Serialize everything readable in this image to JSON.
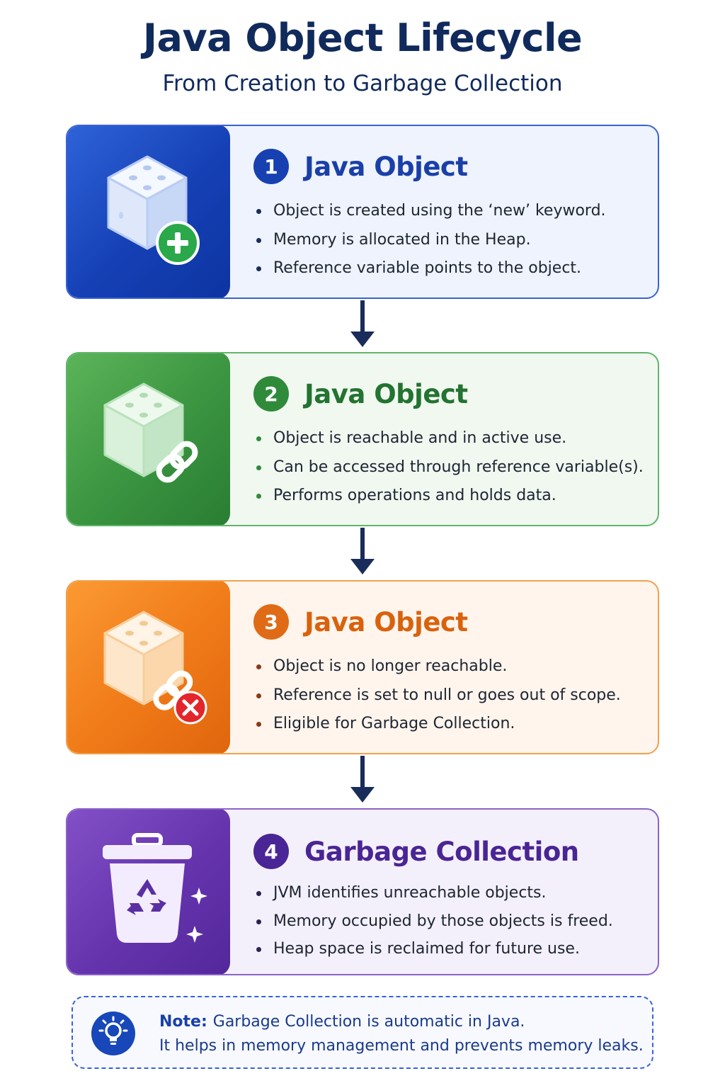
{
  "header": {
    "title": "Java Object Lifecycle",
    "subtitle": "From Creation to Garbage Collection"
  },
  "stages": [
    {
      "number": "1",
      "title": "Java Object",
      "icon": "cube-plus-icon",
      "color": "#1741b0",
      "bullets": [
        "Object is created using the ‘new’ keyword.",
        "Memory is allocated in the Heap.",
        "Reference variable points to the object."
      ]
    },
    {
      "number": "2",
      "title": "Java Object",
      "icon": "cube-link-icon",
      "color": "#2f8a39",
      "bullets": [
        "Object is reachable and in active use.",
        "Can be accessed through reference variable(s).",
        "Performs operations and holds data."
      ]
    },
    {
      "number": "3",
      "title": "Java Object",
      "icon": "cube-broken-link-icon",
      "color": "#e06b16",
      "bullets": [
        "Object is no longer reachable.",
        "Reference is set to null or goes out of scope.",
        "Eligible for Garbage Collection."
      ]
    },
    {
      "number": "4",
      "title": "Garbage Collection",
      "icon": "recycle-bin-icon",
      "color": "#4a2596",
      "bullets": [
        "JVM identifies unreachable objects.",
        "Memory occupied by those objects is freed.",
        "Heap space is reclaimed for future use."
      ]
    }
  ],
  "note": {
    "icon": "lightbulb-icon",
    "label": "Note:",
    "line1": "Garbage Collection is automatic in Java.",
    "line2": "It helps in memory management and prevents memory leaks."
  }
}
